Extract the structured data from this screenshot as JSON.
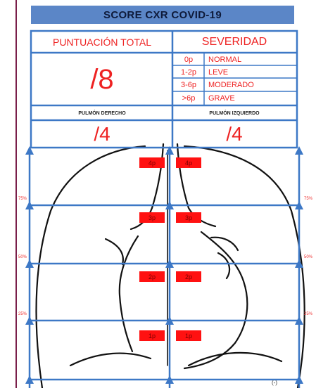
{
  "title": "SCORE CXR COVID-19",
  "header": {
    "total_label": "PUNTUACIÓN TOTAL",
    "severity_label": "SEVERIDAD"
  },
  "total_score": "/8",
  "severity_levels": [
    {
      "points": "0p",
      "label": "NORMAL"
    },
    {
      "points": "1-2p",
      "label": "LEVE"
    },
    {
      "points": "3-6p",
      "label": "MODERADO"
    },
    {
      "points": ">6p",
      "label": "GRAVE"
    }
  ],
  "lungs": {
    "right": {
      "label": "PULMÓN DERECHO",
      "score": "/4"
    },
    "left": {
      "label": "PULMÓN IZQUIERDO",
      "score": "/4"
    }
  },
  "percent_marks": [
    "75%",
    "50%",
    "25%"
  ],
  "zone_scores": {
    "right": [
      "4p",
      "3p",
      "2p",
      "1p"
    ],
    "left": [
      "4p",
      "3p",
      "2p",
      "1p"
    ]
  },
  "corner_mark": "(-)",
  "colors": {
    "accent_blue": "#3d78c6",
    "title_bar": "#5b86c7",
    "text_red": "#ee2222",
    "box_red": "#ff1111"
  }
}
